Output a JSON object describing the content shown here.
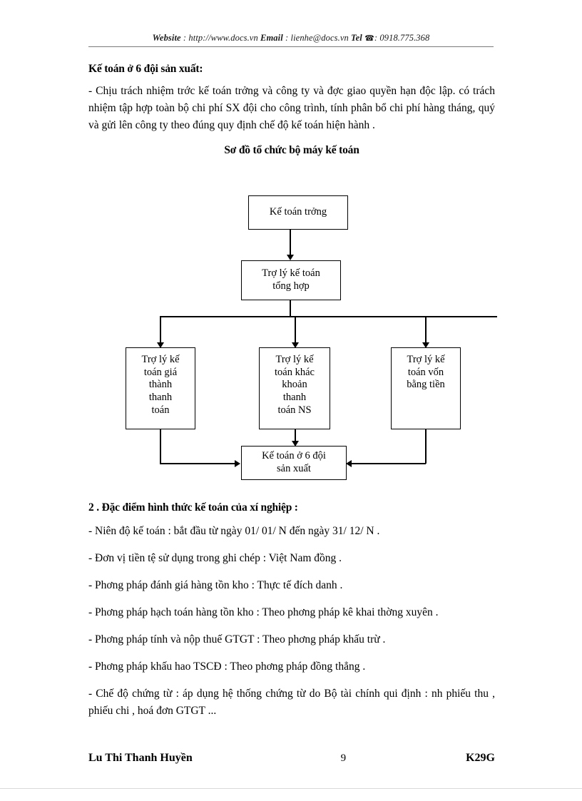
{
  "header": {
    "website_label": "Website",
    "website_value": ": http://www.docs.vn",
    "email_label": "Email",
    "email_value": ": lienhe@docs.vn",
    "tel_label": "Tel",
    "tel_glyph": "☎",
    "tel_value": ": 0918.775.368"
  },
  "body": {
    "section_heading": "Kế toán ở 6 đội sản xuất:",
    "paragraph_1": "- Chịu trách nhiệm trớc   kế toán trởng   và công ty và đợc   giao quyền hạn độc lập.  có trách nhiệm tập hợp toàn bộ chi phí SX đội cho công trình, tính phân bổ chi phí hàng tháng, quý và gửi lên công ty theo đúng quy định chế độ kế toán hiện hành .",
    "diagram_title": "Sơ đồ tổ chức bộ máy kế toán"
  },
  "diagram": {
    "box_chief": "Kế toán trởng",
    "box_assistant_general": "Trợ lý kế toán\ntổng hợp",
    "box_left": "Trợ lý kế\ntoán giá\nthành\nthanh\ntoán",
    "box_middle": "Trợ lý kế\ntoán khác\nkhoản\nthanh\ntoán NS",
    "box_right": "Trợ lý kế\ntoán vốn\nbằng tiền",
    "box_bottom": "Kế toán ở 6 đội\nsản xuất"
  },
  "section2": {
    "heading": "2 . Đặc điểm hình thức kế toán của xí nghiệp :",
    "items": [
      "- Niên độ kế toán : bắt đầu từ ngày 01/ 01/ N đến ngày 31/ 12/ N .",
      "- Đơn vị tiền tệ sử dụng trong ghi chép : Việt Nam đồng .",
      "- Phơng   pháp đánh giá hàng tồn kho : Thực tế đích danh .",
      "-  Phơng   pháp  hạch  toán  hàng  tồn  kho :  Theo  phơng   pháp  kê  khai  thờng xuyên .",
      "- Phơng   pháp tính và nộp thuế GTGT : Theo phơng   pháp khấu trừ .",
      "- Phơng   pháp khấu hao TSCĐ : Theo phơng   pháp đồng   thẳng .",
      "- Chế độ chứng từ : áp dụng hệ thống chứng từ do Bộ tài chính qui định : nh phiếu thu , phiếu chi , hoá đơn GTGT ..."
    ]
  },
  "footer": {
    "author": "Lu   Thi Thanh Huyền",
    "page_number": "9",
    "class_code": "K29G"
  }
}
